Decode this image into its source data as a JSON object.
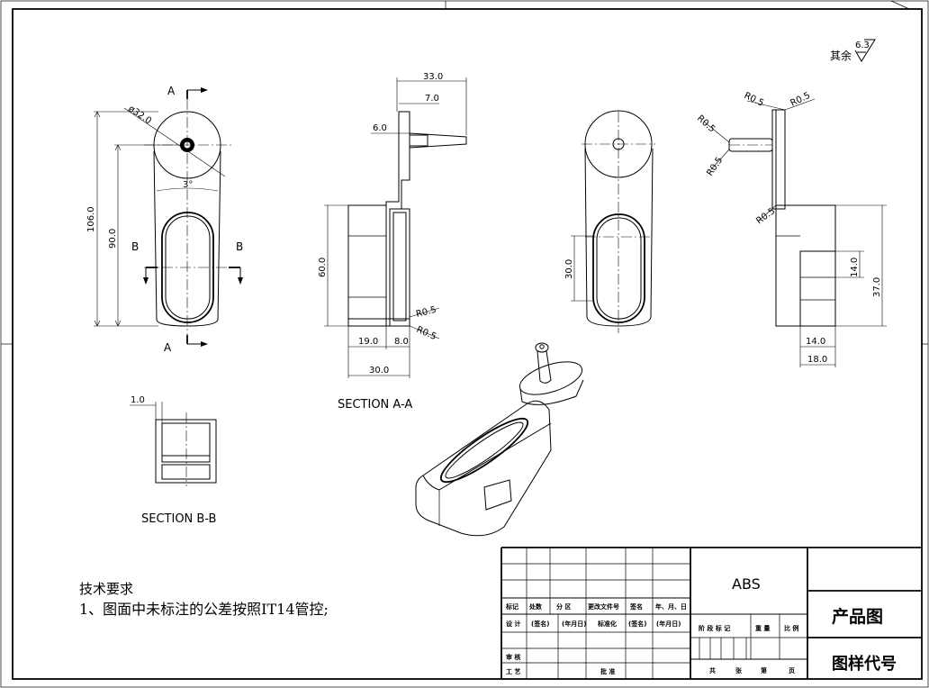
{
  "view_labels": {
    "section_aa": "SECTION A-A",
    "section_bb": "SECTION B-B",
    "cut_a": "A",
    "cut_b": "B"
  },
  "dimensions": {
    "diameter": "ø32.0",
    "overall_length": "106.0",
    "slot_length": "90.0",
    "angle": "3°",
    "width_33": "33.0",
    "width_7": "7.0",
    "width_6": "6.0",
    "height_60": "60.0",
    "fillet": "R0.5",
    "w19": "19.0",
    "w8": "8.0",
    "w30": "30.0",
    "slot_30": "30.0",
    "h14": "14.0",
    "h37": "37.0",
    "w14": "14.0",
    "w18": "18.0",
    "wall_1": "1.0"
  },
  "surface_finish": {
    "prefix": "其余",
    "value": "6.3"
  },
  "notes": {
    "title": "技术要求",
    "line1": "1、图面中未标注的公差按照IT14管控;"
  },
  "title_block": {
    "material": "ABS",
    "drawing_title": "产品图",
    "drawing_code": "图样代号",
    "h_mark": "标记",
    "h_count": "处数",
    "h_zone": "分 区",
    "h_change": "更改文件号",
    "h_sign": "签名",
    "h_date": "年、月、日",
    "design": "设  计",
    "sign_paren": "(签名)",
    "date_paren": "(年月日)",
    "standard": "标准化",
    "stage": "阶 段 标 记",
    "weight": "重  量",
    "scale": "比 例",
    "review": "审  核",
    "process": "工  艺",
    "approve": "批  准",
    "total": "共",
    "sheets": "张",
    "page_no": "第",
    "page": "页"
  }
}
